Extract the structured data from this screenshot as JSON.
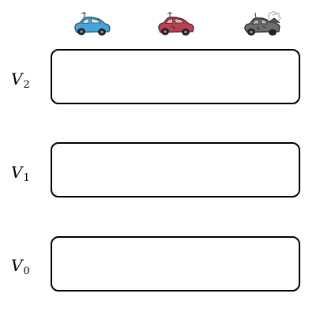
{
  "car_icons": [
    {
      "icon": "blue-car-icon",
      "color": "#4aa3d6"
    },
    {
      "icon": "red-car-icon",
      "color": "#b44452"
    },
    {
      "icon": "gray-wrecked-car-icon",
      "color": "#6d6d6d"
    }
  ],
  "rows": [
    {
      "symbol": "V",
      "subscript": "2"
    },
    {
      "symbol": "V",
      "subscript": "1"
    },
    {
      "symbol": "V",
      "subscript": "0"
    }
  ]
}
